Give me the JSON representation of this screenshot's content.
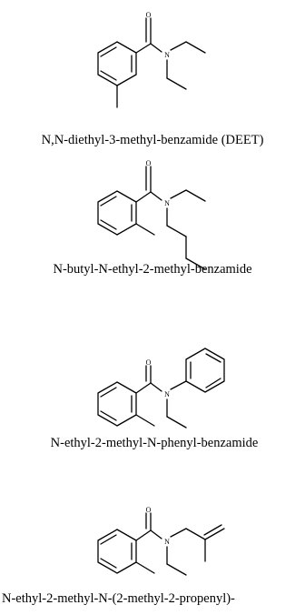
{
  "molecules": [
    {
      "name": "N,N-diethyl-3-methyl-benzamide (DEET)",
      "atoms": {
        "oxygen": "O",
        "nitrogen": "N"
      }
    },
    {
      "name": "N-butyl-N-ethyl-2-methyl-benzamide",
      "atoms": {
        "oxygen": "O",
        "nitrogen": "N"
      }
    },
    {
      "name": "N-ethyl-2-methyl-N-phenyl-benzamide",
      "atoms": {
        "oxygen": "O",
        "nitrogen": "N"
      }
    },
    {
      "name": "N-ethyl-2-methyl-N-(2-methyl-2-propenyl)-",
      "atoms": {
        "oxygen": "O",
        "nitrogen": "N"
      }
    }
  ]
}
